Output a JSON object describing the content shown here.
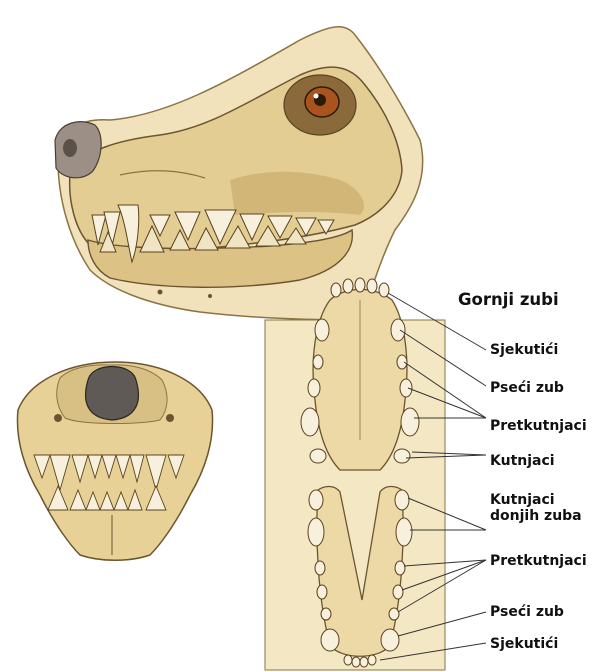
{
  "diagram": {
    "title": "Gornji zubi",
    "upper_labels": {
      "incisors": "Sjekutići",
      "canine": "Pseći zub",
      "premolars": "Pretkutnjaci",
      "molars": "Kutnjaci"
    },
    "lower_labels": {
      "molars_line1": "Kutnjaci",
      "molars_line2": "donjih zuba",
      "premolars": "Pretkutnjaci",
      "canine": "Pseći zub",
      "incisors": "Sjekutići"
    }
  },
  "colors": {
    "bone": "#e9d6a2",
    "bone_shadow": "#c9ad6d",
    "outline": "#6b5530",
    "panel": "#f3e7c4",
    "leader": "#333333"
  }
}
